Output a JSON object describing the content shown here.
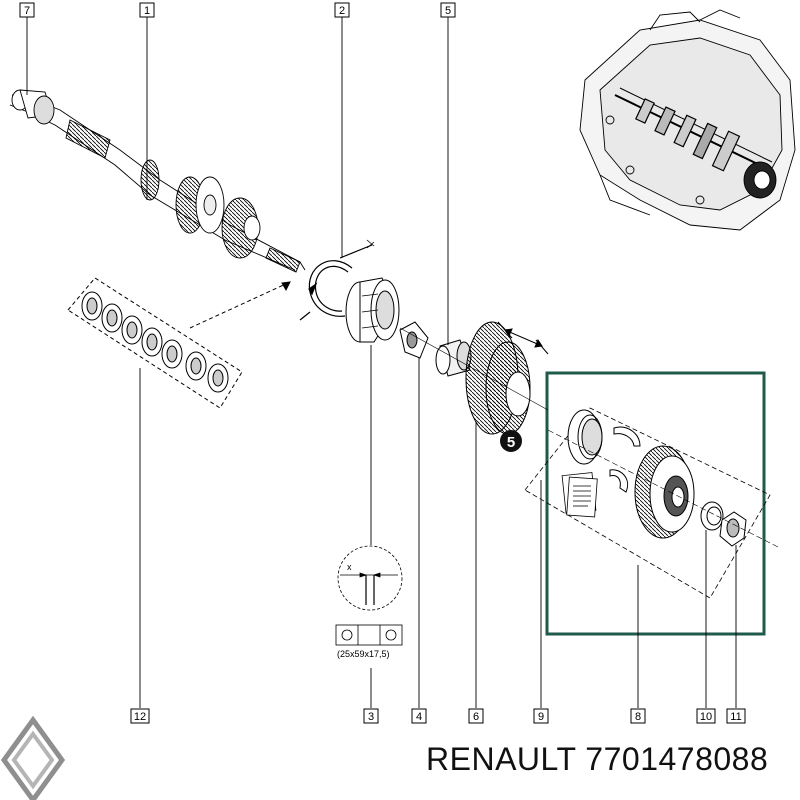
{
  "callouts": {
    "c1": "1",
    "c2": "2",
    "c3": "3",
    "c4": "4",
    "c5": "5",
    "c6": "6",
    "c7": "7",
    "c8": "8",
    "c9": "9",
    "c10": "10",
    "c11": "11",
    "c12": "12"
  },
  "highlight_callout": "5",
  "bearing_dims": "(25x59x17,5)",
  "dim_x_label": "x",
  "caption": {
    "brand": "RENAULT",
    "part_number": "7701478088"
  },
  "colors": {
    "highlight_frame": "#1f5b4a",
    "line": "#000000",
    "logo": "#9a9a9a"
  },
  "icons": [
    "renault-logo",
    "notice-document-icon"
  ]
}
